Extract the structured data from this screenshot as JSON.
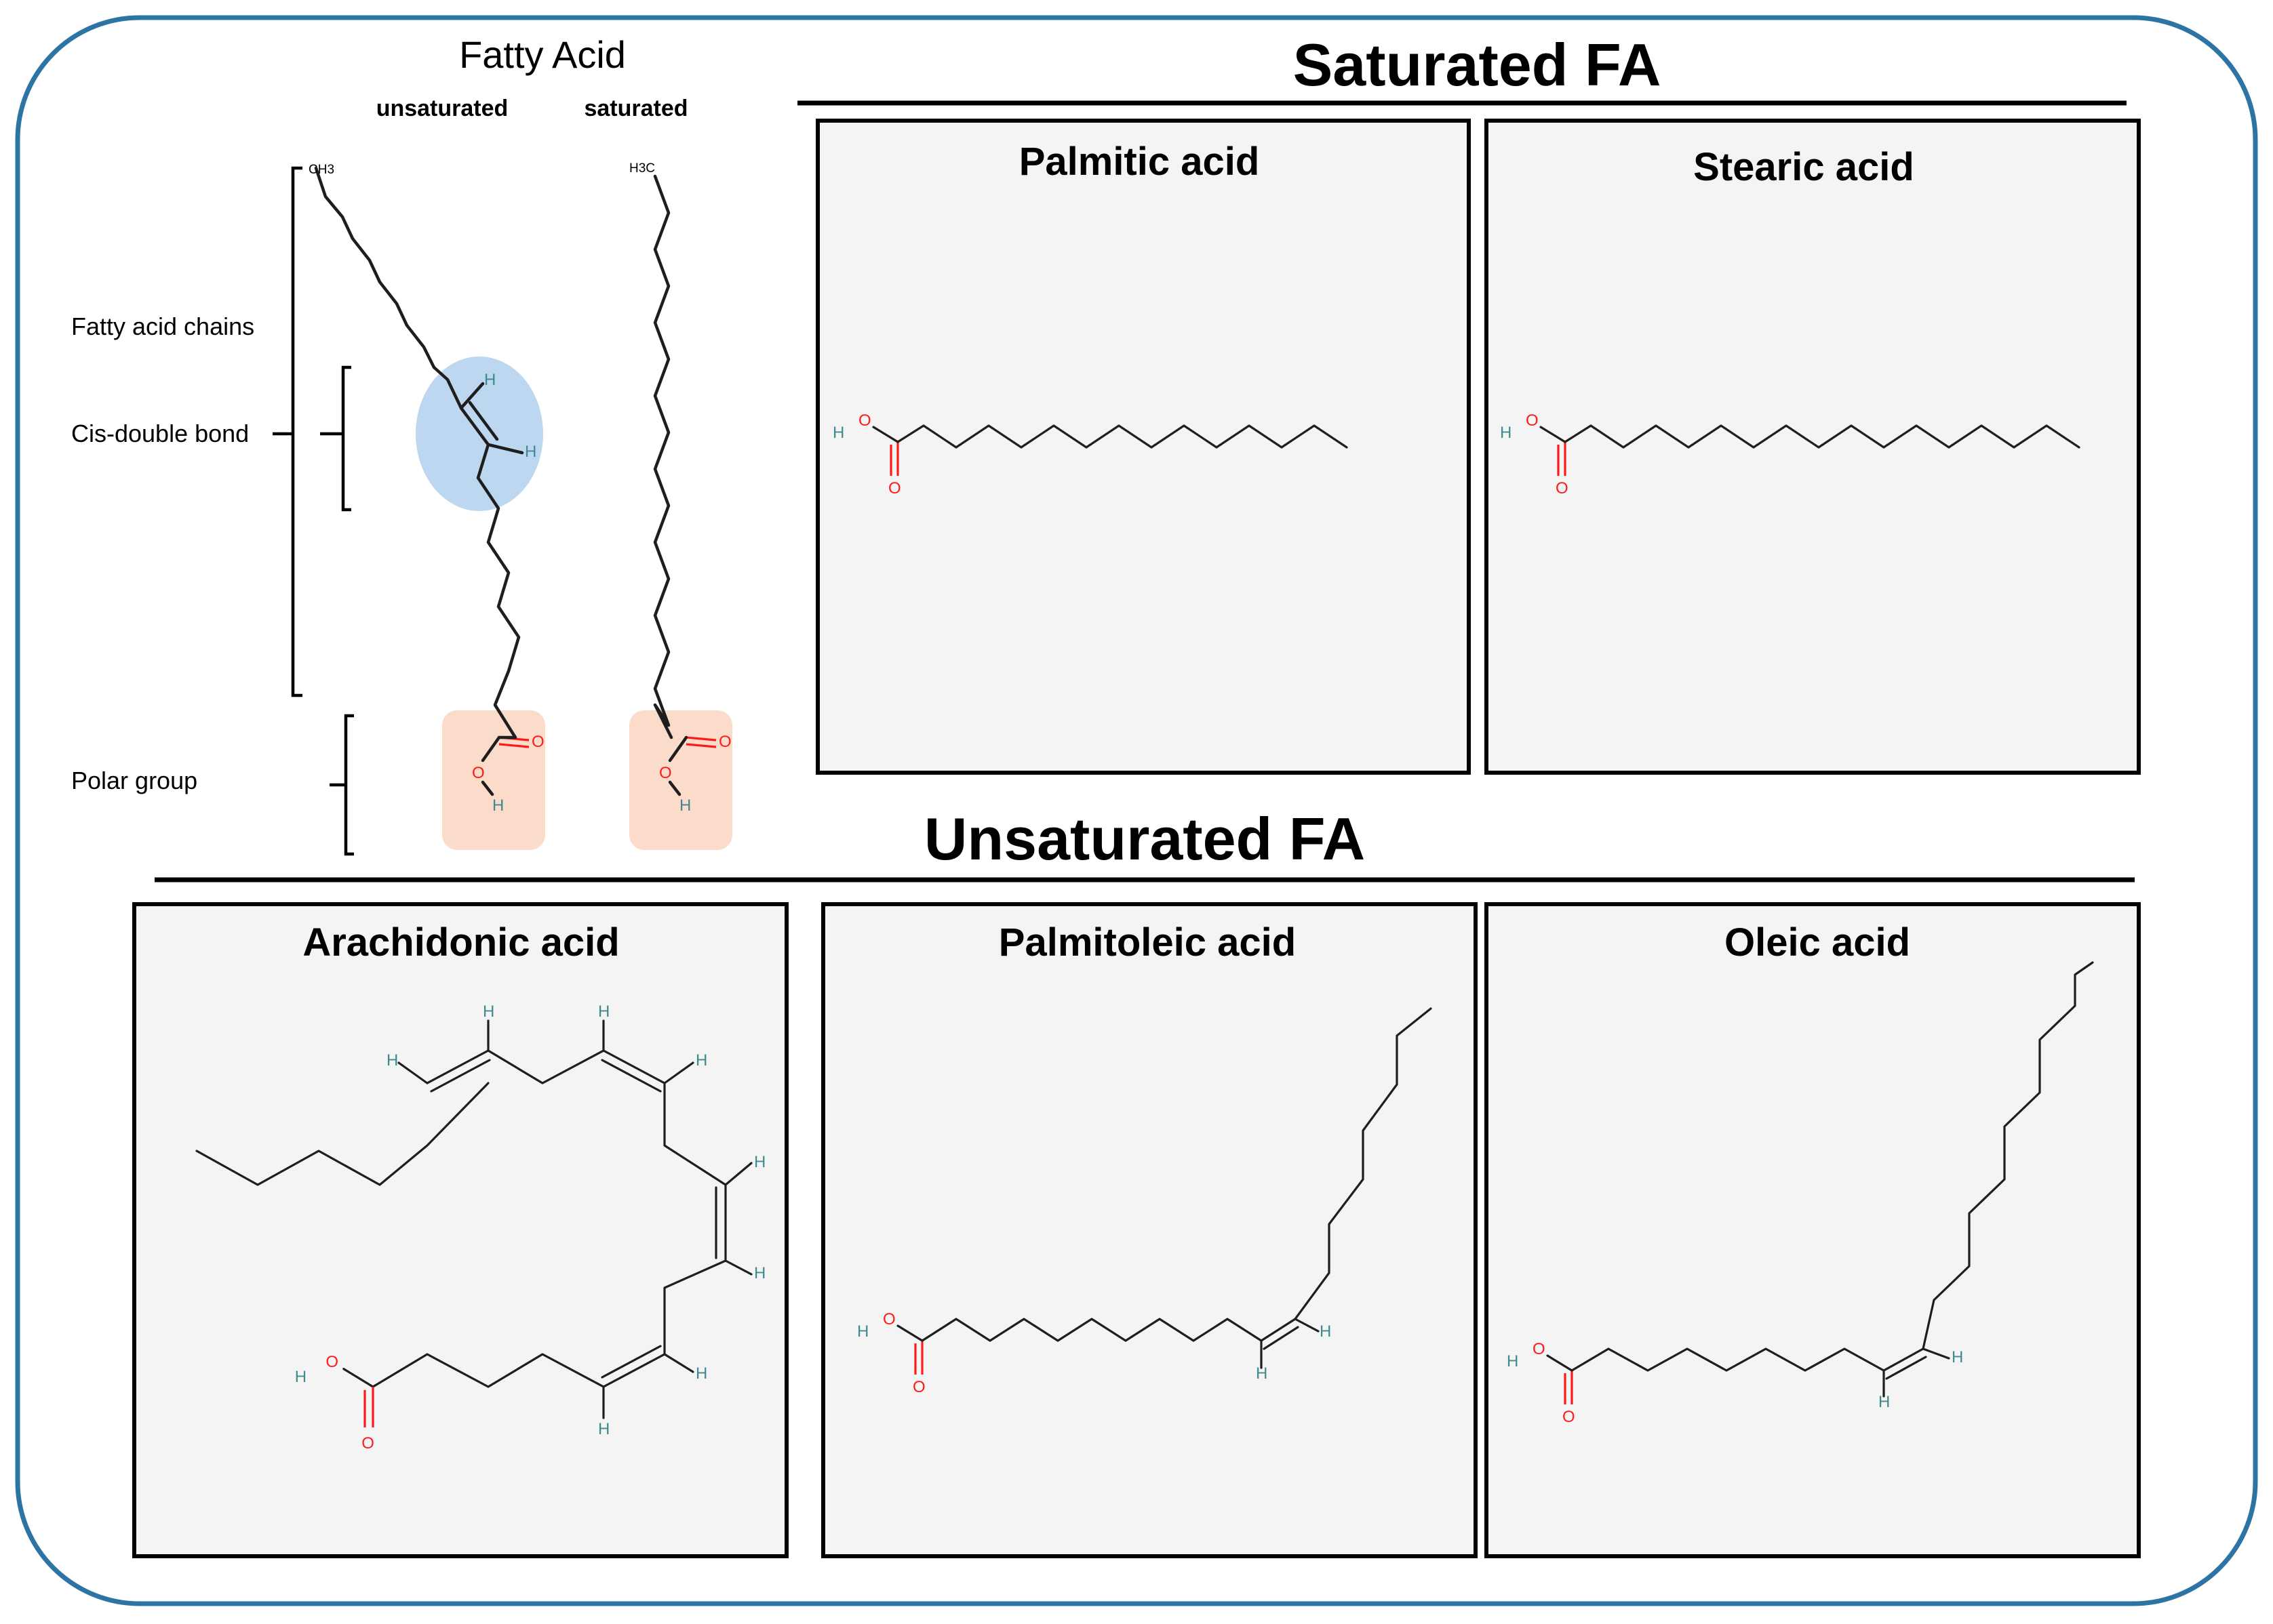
{
  "legend": {
    "title": "Fatty Acid",
    "col_unsaturated": "unsaturated",
    "col_saturated": "saturated",
    "label_chains": "Fatty acid chains",
    "label_cis": "Cis-double bond",
    "label_polar": "Polar group",
    "highlight_color": "#bcd7ef",
    "polar_color": "#fbdcca"
  },
  "saturated": {
    "title": "Saturated FA",
    "panels": [
      {
        "title": "Palmitic acid"
      },
      {
        "title": "Stearic acid"
      }
    ]
  },
  "unsaturated": {
    "title": "Unsaturated FA",
    "panels": [
      {
        "title": "Arachidonic acid"
      },
      {
        "title": "Palmitoleic acid"
      },
      {
        "title": "Oleic acid"
      }
    ]
  },
  "atoms": {
    "hydrogen": "H",
    "oxygen": "O",
    "methyl": "CH3",
    "methyl_alt": "H3C"
  },
  "colors": {
    "frame": "#2c74a3",
    "panel": "#f4f4f4",
    "oxygen": "#ff1a1a",
    "hydrogen": "#3f8a8f"
  }
}
